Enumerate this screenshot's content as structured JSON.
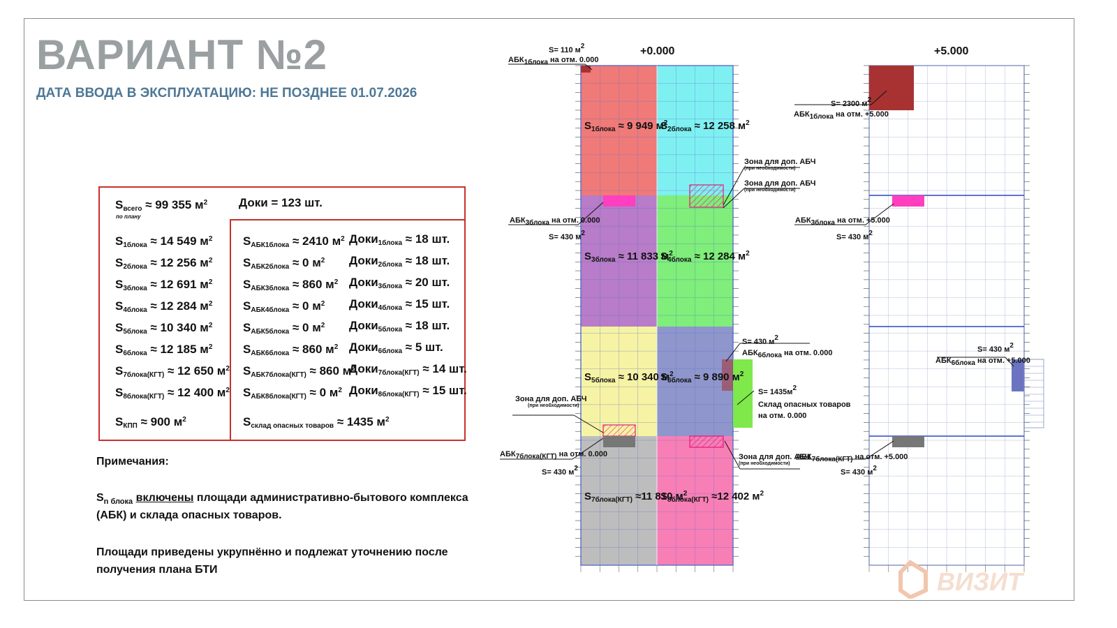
{
  "header": {
    "title": "ВАРИАНТ №2",
    "subtitle": "ДАТА ВВОДА В ЭКСПЛУАТАЦИЮ: НЕ ПОЗДНЕЕ 01.07.2026"
  },
  "summary": {
    "total_area": "≈ 99 355 м",
    "total_note": "по плану",
    "docks_total": "Доки  = 123 шт."
  },
  "blocks": [
    {
      "sub": "1блока",
      "val": "≈ 14 549 м"
    },
    {
      "sub": "2блока",
      "val": "≈ 12 256 м"
    },
    {
      "sub": "3блока",
      "val": "≈ 12 691 м"
    },
    {
      "sub": "4блока",
      "val": "≈ 12 284 м"
    },
    {
      "sub": "5блока",
      "val": "≈ 10 340 м"
    },
    {
      "sub": "6блока",
      "val": "≈ 12 185 м"
    },
    {
      "sub": "7блока(КГТ)",
      "val": "≈ 12 650 м"
    },
    {
      "sub": "8блока(КГТ)",
      "val": "≈ 12 400 м"
    }
  ],
  "kpp": {
    "sub": "КПП",
    "val": "≈ 900 м"
  },
  "abk": [
    {
      "sub": "АБК1блока",
      "val": "≈ 2410 м"
    },
    {
      "sub": "АБК2блока",
      "val": "≈ 0 м"
    },
    {
      "sub": "АБК3блока",
      "val": "≈ 860 м"
    },
    {
      "sub": "АБК4блока",
      "val": "≈ 0 м"
    },
    {
      "sub": "АБК5блока",
      "val": "≈ 0 м"
    },
    {
      "sub": "АБК6блока",
      "val": "≈ 860 м"
    },
    {
      "sub": "АБК7блока(КГТ)",
      "val": "≈ 860 м"
    },
    {
      "sub": "АБК8блока(КГТ)",
      "val": "≈ 0 м"
    }
  ],
  "docks": [
    {
      "sub": "1блока",
      "val": "≈ 18 шт."
    },
    {
      "sub": "2блока",
      "val": "≈ 18 шт."
    },
    {
      "sub": "3блока",
      "val": "≈ 20 шт."
    },
    {
      "sub": "4блока",
      "val": "≈ 15 шт."
    },
    {
      "sub": "5блока",
      "val": "≈ 18 шт."
    },
    {
      "sub": "6блока",
      "val": "≈ 5 шт."
    },
    {
      "sub": "7блока(КГТ)",
      "val": "≈ 14 шт."
    },
    {
      "sub": "8блока(КГТ)",
      "val": "≈ 15 шт."
    }
  ],
  "hazard": {
    "sub": "склад опасных товаров",
    "val": "≈ 1435 м"
  },
  "notes": {
    "heading": "Примечания:",
    "line1_pre": "S",
    "line1_sub": "n блока",
    "line1_u": "включены",
    "line1_post": " площади административно-бытового комплекса",
    "line2": "(АБК) и склада опасных товаров.",
    "line3": "Площади приведены укрупнённо и подлежат уточнению после",
    "line4": "получения плана БТИ"
  },
  "plan1": {
    "level": "+0.000",
    "zones": [
      {
        "label_sub": "1блока",
        "label_val": "≈ 9 949 м",
        "color": "#f07a78"
      },
      {
        "label_sub": "2блока",
        "label_val": "≈ 12 258 м",
        "color": "#7ff0f2"
      },
      {
        "label_sub": "3блока",
        "label_val": "≈ 11 833 м",
        "color": "#b87cc8"
      },
      {
        "label_sub": "4блока",
        "label_val": "≈ 12 284 м",
        "color": "#7fee7a"
      },
      {
        "label_sub": "5блока",
        "label_val": "≈ 10 340 м",
        "color": "#f6f3a4"
      },
      {
        "label_sub": "6блока",
        "label_val": "≈ 9 890 м",
        "color": "#8e96cc"
      },
      {
        "label_sub": "7блока(КГТ)",
        "label_val": "≈11 810 м",
        "color": "#bdbdbd"
      },
      {
        "label_sub": "8блока(КГТ)",
        "label_val": "≈12 402 м",
        "color": "#f77fb6"
      }
    ],
    "callouts": {
      "s110": "S= 110 м",
      "abk1": "АБК",
      "abk1_sub": "1блока",
      "abk1_post": " на отм. 0.000",
      "abk3": "АБК",
      "abk3_sub": "3блока",
      "abk3_post": " на отм. 0.000",
      "s430a": "S= 430 м",
      "zone1": "Зона для доп. АБЧ",
      "zone1n": "(при необходимости)",
      "zone2": "Зона для доп. АБЧ",
      "zone2n": "(при необходимости)",
      "s430b": "S= 430 м",
      "abk6": "АБК",
      "abk6_sub": "6блока",
      "abk6_post": " на отм. 0.000",
      "s1435": "S= 1435м",
      "haz1": "Склад опасных товаров",
      "haz2": "на отм. 0.000",
      "zone3": "Зона для доп. АБЧ",
      "zone3n": "(при необходимости)",
      "zone4": "Зона для доп. АБЧ",
      "zone4n": "(при необходимости)",
      "abk7": "АБК",
      "abk7_sub": "7блока(КГТ)",
      "abk7_post": " на отм. 0.000",
      "s430c": "S= 430 м"
    }
  },
  "plan2": {
    "level": "+5.000",
    "callouts": {
      "s2300": "S= 2300 м",
      "abk1": "АБК",
      "abk1_sub": "1блока",
      "abk1_post": " на отм. +5.000",
      "abk3": "АБК",
      "abk3_sub": "3блока",
      "abk3_post": " на отм. +5.000",
      "s430a": "S= 430 м",
      "s430b": "S= 430 м",
      "abk6": "АБК",
      "abk6_sub": "6блока",
      "abk6_post": " на отм. +5.000",
      "abk7": "АБК",
      "abk7_sub": "7блока(КГТ)",
      "abk7_post": " на отм. +5.000",
      "s430c": "S= 430 м"
    }
  },
  "logo": {
    "text": "ВИЗИТ"
  },
  "colors": {
    "title": "#9aa0a2",
    "subtitle": "#4d7896",
    "table_border": "#c9302c",
    "grid_line": "#5a6ec8",
    "abk_dark": "#a83232",
    "abk_magenta": "#ff3fbf",
    "abk_gray": "#777777",
    "hazard": "#7fe84a"
  }
}
